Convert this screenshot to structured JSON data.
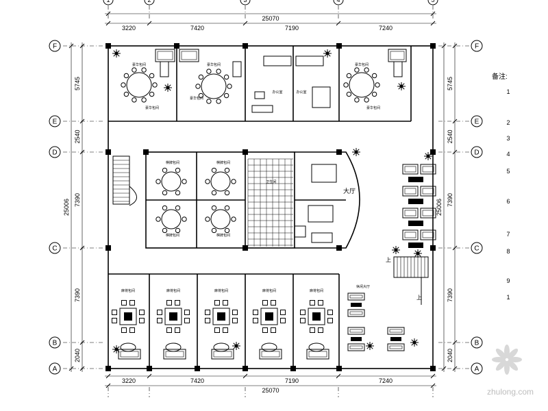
{
  "grid": {
    "columns": [
      "1",
      "2",
      "3",
      "4",
      "5"
    ],
    "rows": [
      "F",
      "E",
      "D",
      "C",
      "B",
      "A"
    ]
  },
  "dimensions": {
    "top_segments": [
      "3220",
      "7420",
      "7190",
      "7240"
    ],
    "top_total": "25070",
    "bottom_segments": [
      "3220",
      "7420",
      "7190",
      "7240"
    ],
    "bottom_total": "25070",
    "left_segments": [
      "5745",
      "2540",
      "7390",
      "7390",
      "2040"
    ],
    "left_total": "25006",
    "right_segments": [
      "5745",
      "2540",
      "7390",
      "7390",
      "2040"
    ],
    "right_total": "25006"
  },
  "notes": {
    "title": "备注:",
    "items": [
      "1",
      "2",
      "3",
      "4",
      "5",
      "6",
      "7",
      "8",
      "9",
      "1"
    ]
  },
  "rooms": {
    "north_room_1": "豪华包间",
    "north_room_2": "豪华包间",
    "office_1": "办公室",
    "office_2": "办公室",
    "north_room_3": "豪华包间",
    "center_room_1": "棋牌包间",
    "center_room_2": "棋牌包间",
    "center_room_3": "棋牌包间",
    "center_room_4": "棋牌包间",
    "toilet": "卫生间",
    "south_room_1": "麻将包间",
    "south_room_2": "麻将包间",
    "south_room_3": "麻将包间",
    "south_room_4": "麻将包间",
    "south_room_5": "麻将包间",
    "hall": "大厅",
    "east_hall": "休闲大厅"
  },
  "stairs": {
    "up_label": "上"
  },
  "watermark": {
    "text": "zhulong.com"
  }
}
